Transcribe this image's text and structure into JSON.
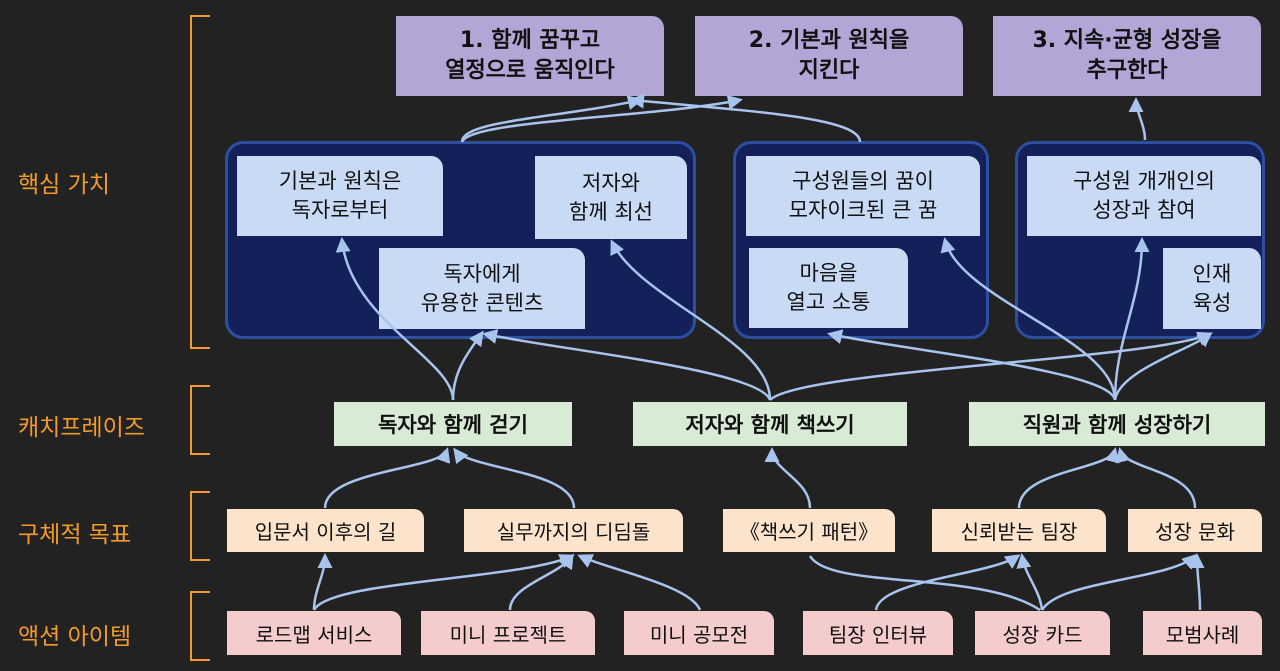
{
  "levels": {
    "core_values": "핵심 가치",
    "catchphrase": "캐치프레이즈",
    "goals": "구체적 목표",
    "actions": "액션 아이템"
  },
  "top_values": [
    "1. 함께 꿈꾸고\n열정으로 움직인다",
    "2. 기본과 원칙을\n지킨다",
    "3. 지속·균형 성장을\n추구한다"
  ],
  "value_boxes": {
    "basics": "기본과 원칙은\n독자로부터",
    "with_author": "저자와\n함께 최선",
    "useful_content": "독자에게\n유용한 콘텐츠",
    "mosaic": "구성원들의 꿈이\n모자이크된 큰 꿈",
    "open_mind": "마음을\n열고 소통",
    "growth": "구성원 개개인의\n성장과 참여",
    "talent": "인재\n육성"
  },
  "catchphrases": [
    "독자와 함께 걷기",
    "저자와 함께 책쓰기",
    "직원과 함께 성장하기"
  ],
  "goals": [
    "입문서 이후의 길",
    "실무까지의 디딤돌",
    "《책쓰기 패턴》",
    "신뢰받는 팀장",
    "성장 문화"
  ],
  "actions": [
    "로드맵 서비스",
    "미니 프로젝트",
    "미니 공모전",
    "팀장 인터뷰",
    "성장 카드",
    "모범사례"
  ],
  "colors": {
    "background": "#222222",
    "level_label": "#f39a2c",
    "top_value": "#b3a6d6",
    "group_fill": "#13205a",
    "group_border": "#2c4fa0",
    "value_box": "#c9daf5",
    "catchphrase": "#d8ebd4",
    "goal": "#fce4cc",
    "action": "#f4cccc",
    "arrow": "#a9c4ec"
  }
}
